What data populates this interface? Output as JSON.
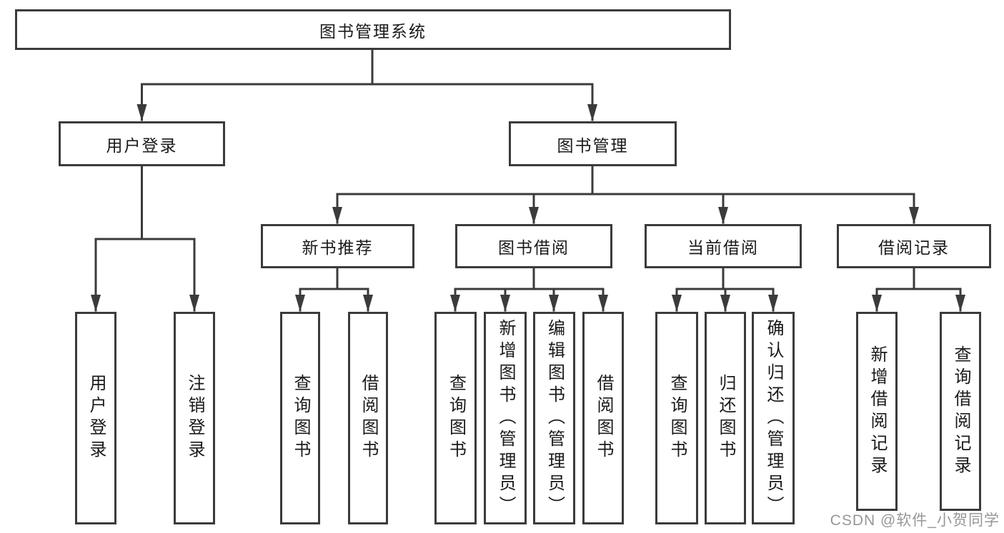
{
  "tree": {
    "root": {
      "label": "图书管理系统"
    },
    "branches": [
      {
        "label": "用户登录",
        "children": [
          {
            "label": "用户登录"
          },
          {
            "label": "注销登录"
          }
        ]
      },
      {
        "label": "图书管理",
        "children": [
          {
            "label": "新书推荐",
            "children": [
              {
                "label": "查询图书"
              },
              {
                "label": "借阅图书"
              }
            ]
          },
          {
            "label": "图书借阅",
            "children": [
              {
                "label": "查询图书"
              },
              {
                "label": "新增图书（管理员）"
              },
              {
                "label": "编辑图书（管理员）"
              },
              {
                "label": "借阅图书"
              }
            ]
          },
          {
            "label": "当前借阅",
            "children": [
              {
                "label": "查询图书"
              },
              {
                "label": "归还图书"
              },
              {
                "label": "确认归还（管理员）"
              }
            ]
          },
          {
            "label": "借阅记录",
            "children": [
              {
                "label": "新增借阅记录"
              },
              {
                "label": "查询借阅记录"
              }
            ]
          }
        ]
      }
    ]
  },
  "watermark": {
    "text": "CSDN @软件_小贺同学"
  },
  "colors": {
    "line": "#3b3b3b",
    "text": "#1a1a1a",
    "watermark": "#979797",
    "background": "#ffffff"
  }
}
